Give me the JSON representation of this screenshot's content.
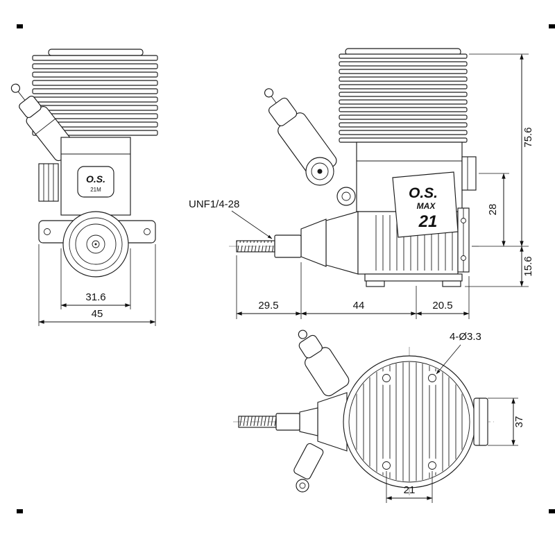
{
  "theme": {
    "background": "#ffffff",
    "ink": "#1a1a1a"
  },
  "front": {
    "badge_line1": "O.S.",
    "badge_line2": "21M",
    "dim_case_width": "31.6",
    "dim_overall_width": "45"
  },
  "side": {
    "logo_line1": "O.S.",
    "logo_line2": "MAX",
    "logo_line3": "21",
    "thread_callout": "UNF1/4-28",
    "dim_total_height": "75.6",
    "dim_exhaust_to_crank": "28",
    "dim_crank_to_base": "15.6",
    "dim_shaft_length": "29.5",
    "dim_case_length": "44",
    "dim_rear_length": "20.5"
  },
  "top": {
    "hole_callout": "4-Ø3.3",
    "dim_exhaust_flange": "37",
    "dim_hole_spacing": "21"
  }
}
